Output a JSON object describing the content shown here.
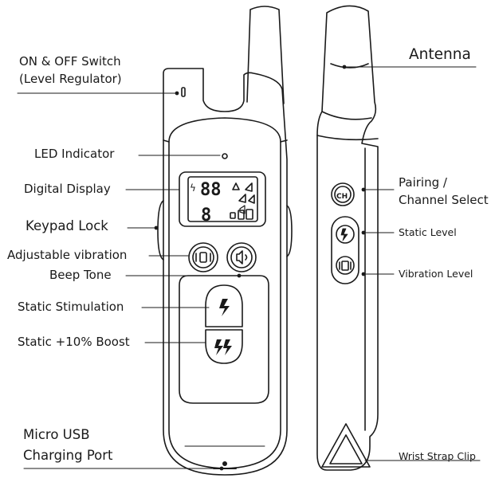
{
  "labels": {
    "on_off_switch": "ON & OFF Switch",
    "level_regulator": "(Level Regulator)",
    "led_indicator": "LED Indicator",
    "digital_display": "Digital Display",
    "keypad_lock": "Keypad Lock",
    "adjustable_vibration": "Adjustable vibration",
    "beep_tone": "Beep Tone",
    "static_stimulation": "Static Stimulation",
    "static_boost": "Static +10% Boost",
    "micro_usb": "Micro USB",
    "charging_port": "Charging Port",
    "antenna": "Antenna",
    "pairing": "Pairing /",
    "channel_select": "Channel Select",
    "static_level": "Static Level",
    "vibration_level": "Vibration Level",
    "wrist_strap_clip": "Wrist Strap Clip"
  },
  "lcd": {
    "top_digits": "88",
    "bottom_digit": "8"
  },
  "buttons": {
    "pairing_glyph": "CH"
  }
}
